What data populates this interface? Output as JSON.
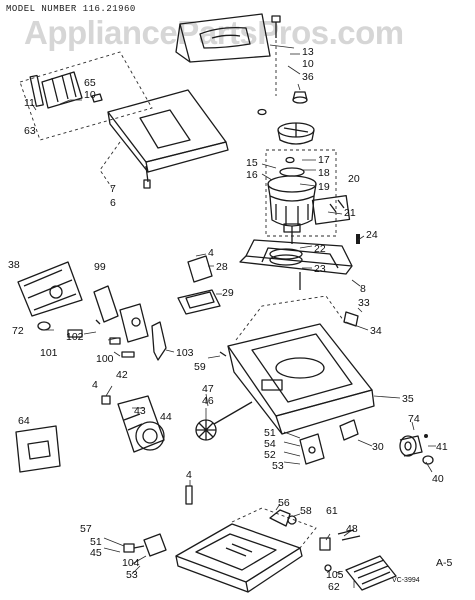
{
  "header": {
    "model_line": "MODEL NUMBER 116.21960",
    "watermark": "AppliancePartsPros.com"
  },
  "part_labels": [
    "13",
    "10",
    "36",
    "65",
    "10",
    "11",
    "63",
    "7",
    "6",
    "15",
    "17",
    "18",
    "16",
    "19",
    "20",
    "21",
    "24",
    "22",
    "23",
    "8",
    "4",
    "28",
    "29",
    "38",
    "99",
    "72",
    "102",
    "101",
    "100",
    "103",
    "59",
    "33",
    "34",
    "35",
    "42",
    "4",
    "43",
    "44",
    "47",
    "46",
    "74",
    "41",
    "64",
    "51",
    "54",
    "52",
    "53",
    "30",
    "40",
    "4",
    "56",
    "58",
    "61",
    "48",
    "57",
    "51",
    "45",
    "104",
    "53",
    "105",
    "62"
  ],
  "footer": {
    "drawing_code": "VC-3994",
    "page_ref": "A-5"
  }
}
